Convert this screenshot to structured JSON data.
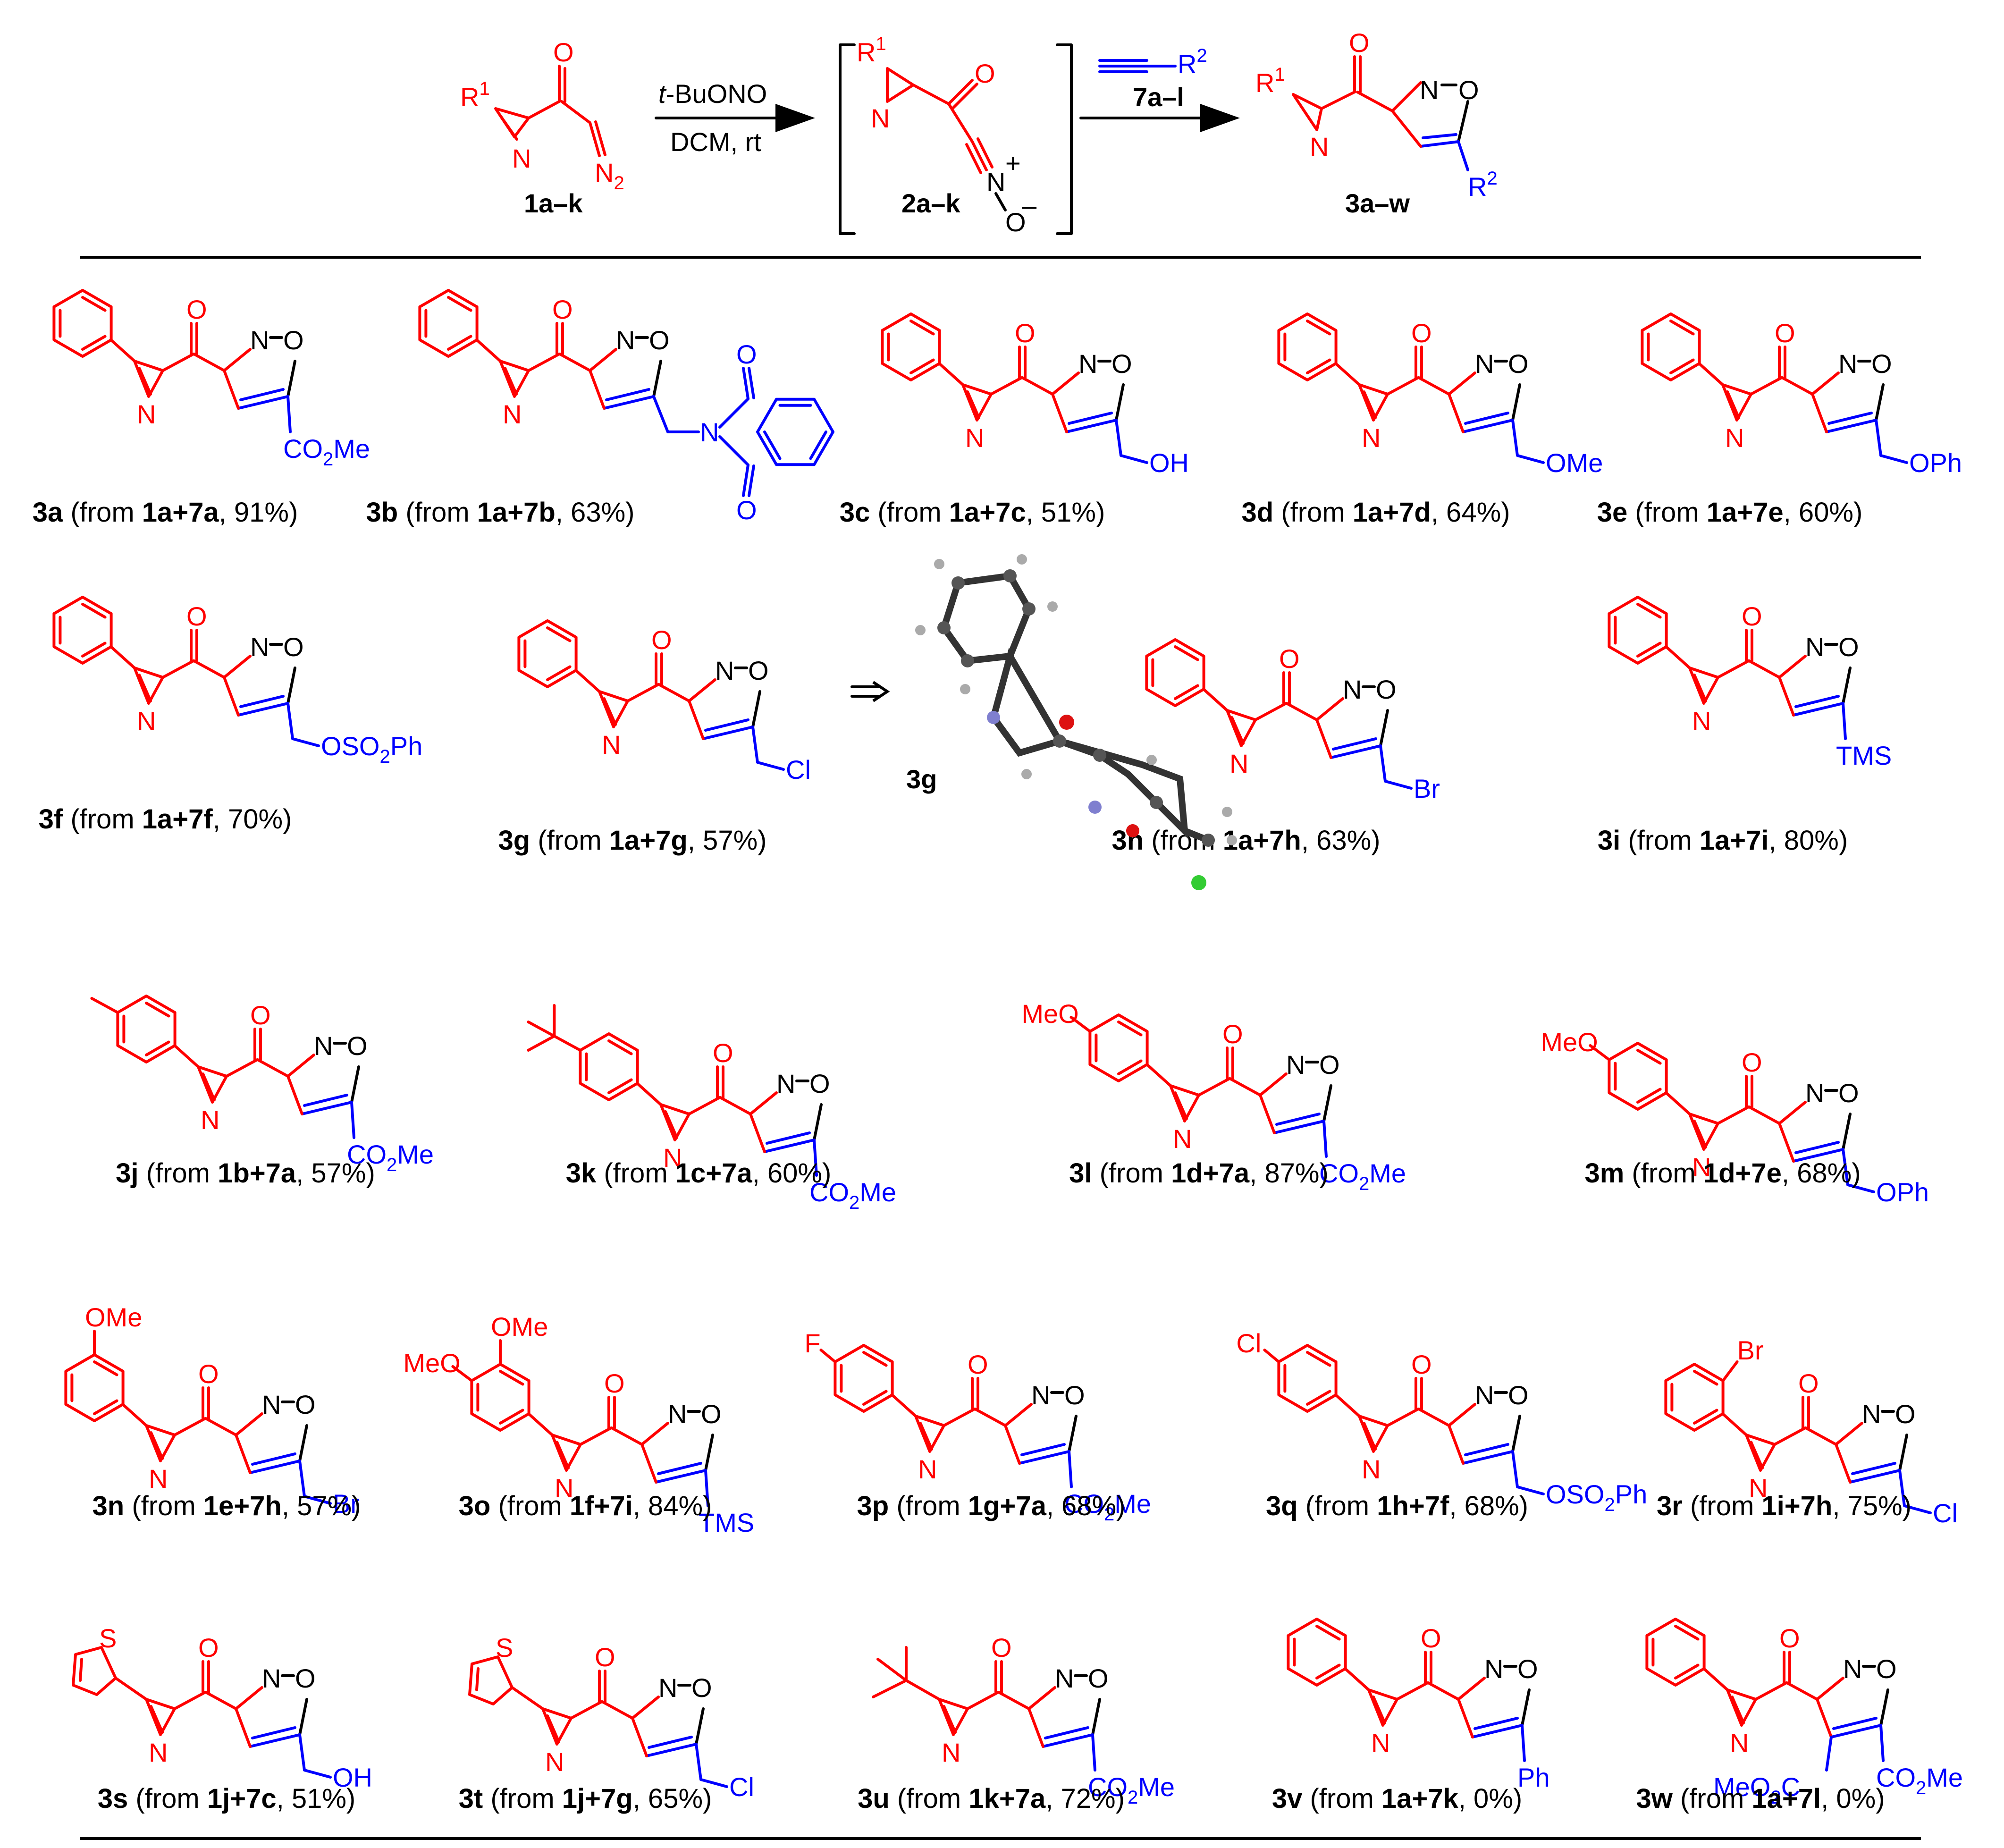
{
  "reaction": {
    "start": {
      "r1": "R",
      "r1_sup": "1",
      "o": "O",
      "n": "N",
      "n2": "N",
      "n2_sub": "2",
      "label": "1a–k"
    },
    "step1": {
      "reagent_prefix": "t",
      "reagent_suffix": "-BuONO",
      "solvent": "DCM, rt"
    },
    "intermediate": {
      "r1": "R",
      "r1_sup": "1",
      "o": "O",
      "n": "N",
      "n_plus": "N",
      "plus": "+",
      "o_minus": "O",
      "minus": "–",
      "label": "2a–k"
    },
    "step2": {
      "alkyne_r": "R",
      "alkyne_sup": "2",
      "label": "7a–l"
    },
    "product": {
      "r1": "R",
      "r1_sup": "1",
      "o": "O",
      "n": "N",
      "o_ring": "O",
      "r2": "R",
      "r2_sup": "2",
      "label": "3a–w"
    }
  },
  "atoms": {
    "n": "N",
    "o": "O",
    "s": "S"
  },
  "compounds": [
    {
      "id": "3a",
      "sm": "1a+7a",
      "yield": "91%",
      "r1": "phenyl",
      "r2": "CO₂Me"
    },
    {
      "id": "3b",
      "sm": "1a+7b",
      "yield": "63%",
      "r1": "phenyl",
      "r2": "CH₂-phthalimide"
    },
    {
      "id": "3c",
      "sm": "1a+7c",
      "yield": "51%",
      "r1": "phenyl",
      "r2": "CH₂OH"
    },
    {
      "id": "3d",
      "sm": "1a+7d",
      "yield": "64%",
      "r1": "phenyl",
      "r2": "CH₂OMe"
    },
    {
      "id": "3e",
      "sm": "1a+7e",
      "yield": "60%",
      "r1": "phenyl",
      "r2": "CH₂OPh"
    },
    {
      "id": "3f",
      "sm": "1a+7f",
      "yield": "70%",
      "r1": "phenyl",
      "r2": "CH₂OSO₂Ph"
    },
    {
      "id": "3g",
      "sm": "1a+7g",
      "yield": "57%",
      "r1": "phenyl",
      "r2": "CH₂Cl"
    },
    {
      "id": "3h",
      "sm": "1a+7h",
      "yield": "63%",
      "r1": "phenyl",
      "r2": "CH₂Br"
    },
    {
      "id": "3i",
      "sm": "1a+7i",
      "yield": "80%",
      "r1": "phenyl",
      "r2": "TMS"
    },
    {
      "id": "3j",
      "sm": "1b+7a",
      "yield": "57%",
      "r1": "4-methylphenyl",
      "r2": "CO₂Me"
    },
    {
      "id": "3k",
      "sm": "1c+7a",
      "yield": "60%",
      "r1": "4-tert-butylphenyl",
      "r2": "CO₂Me"
    },
    {
      "id": "3l",
      "sm": "1d+7a",
      "yield": "87%",
      "r1": "4-methoxyphenyl",
      "r2": "CO₂Me"
    },
    {
      "id": "3m",
      "sm": "1d+7e",
      "yield": "68%",
      "r1": "4-methoxyphenyl",
      "r2": "CH₂OPh"
    },
    {
      "id": "3n",
      "sm": "1e+7h",
      "yield": "57%",
      "r1": "3-methoxyphenyl",
      "r2": "CH₂Br"
    },
    {
      "id": "3o",
      "sm": "1f+7i",
      "yield": "84%",
      "r1": "3,4-dimethoxyphenyl",
      "r2": "TMS"
    },
    {
      "id": "3p",
      "sm": "1g+7a",
      "yield": "68%",
      "r1": "4-fluorophenyl",
      "r2": "CO₂Me"
    },
    {
      "id": "3q",
      "sm": "1h+7f",
      "yield": "68%",
      "r1": "4-chlorophenyl",
      "r2": "CH₂OSO₂Ph"
    },
    {
      "id": "3r",
      "sm": "1i+7h",
      "yield": "75%",
      "r1": "2-bromophenyl",
      "r2": "CH₂Cl"
    },
    {
      "id": "3s",
      "sm": "1j+7c",
      "yield": "51%",
      "r1": "2-thienyl",
      "r2": "CH₂OH"
    },
    {
      "id": "3t",
      "sm": "1j+7g",
      "yield": "65%",
      "r1": "2-thienyl",
      "r2": "CH₂Cl"
    },
    {
      "id": "3u",
      "sm": "1k+7a",
      "yield": "72%",
      "r1": "tert-butyl",
      "r2": "CO₂Me"
    },
    {
      "id": "3v",
      "sm": "1a+7k",
      "yield": "0%",
      "r1": "phenyl",
      "r2": "Ph"
    },
    {
      "id": "3w",
      "sm": "1a+7l",
      "yield": "0%",
      "r1": "phenyl",
      "r2": "4,5-bis(CO₂Me)"
    }
  ],
  "crystal": {
    "label": "3g"
  },
  "substituent_text": {
    "co2me": [
      "CO",
      "2",
      "Me"
    ],
    "meo2c": [
      "MeO",
      "2",
      "C"
    ],
    "oh": "OH",
    "ome": "OMe",
    "oph": "OPh",
    "oso2ph": [
      "OSO",
      "2",
      "Ph"
    ],
    "cl": "Cl",
    "br": "Br",
    "tms": "TMS",
    "ph": "Ph",
    "meo": "MeO",
    "f": "F",
    "cl_ar": "Cl",
    "br_ar": "Br"
  },
  "caption_words": {
    "from": "(from",
    "close": ")",
    "sep": ", "
  },
  "colors": {
    "starting_fragment": "#ff0000",
    "alkyne_fragment": "#0000ff",
    "neutral": "#000000"
  }
}
